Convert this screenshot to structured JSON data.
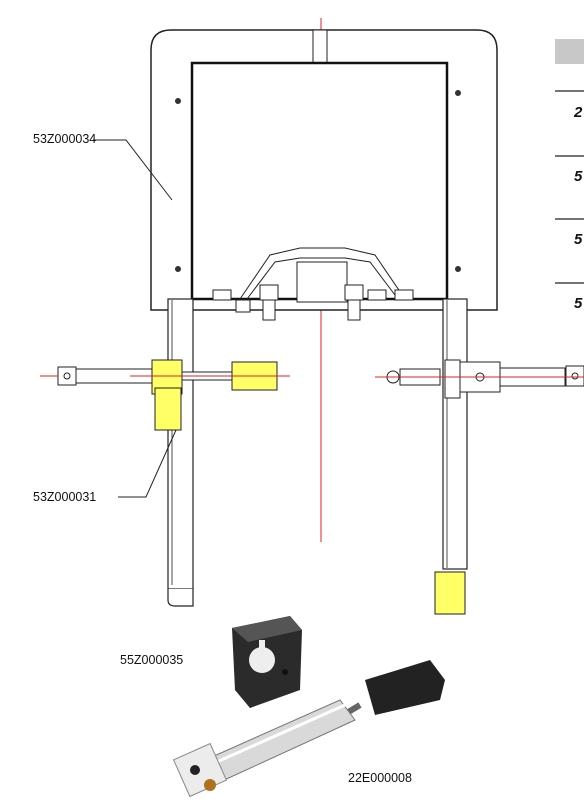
{
  "parts": {
    "frame_plate": "53Z000034",
    "cylinder_mount": "53Z000031",
    "clamp_block": "55Z000035",
    "pneumatic_cylinder": "22E000008"
  },
  "table_rows": [
    "2",
    "5",
    "5",
    "5"
  ]
}
